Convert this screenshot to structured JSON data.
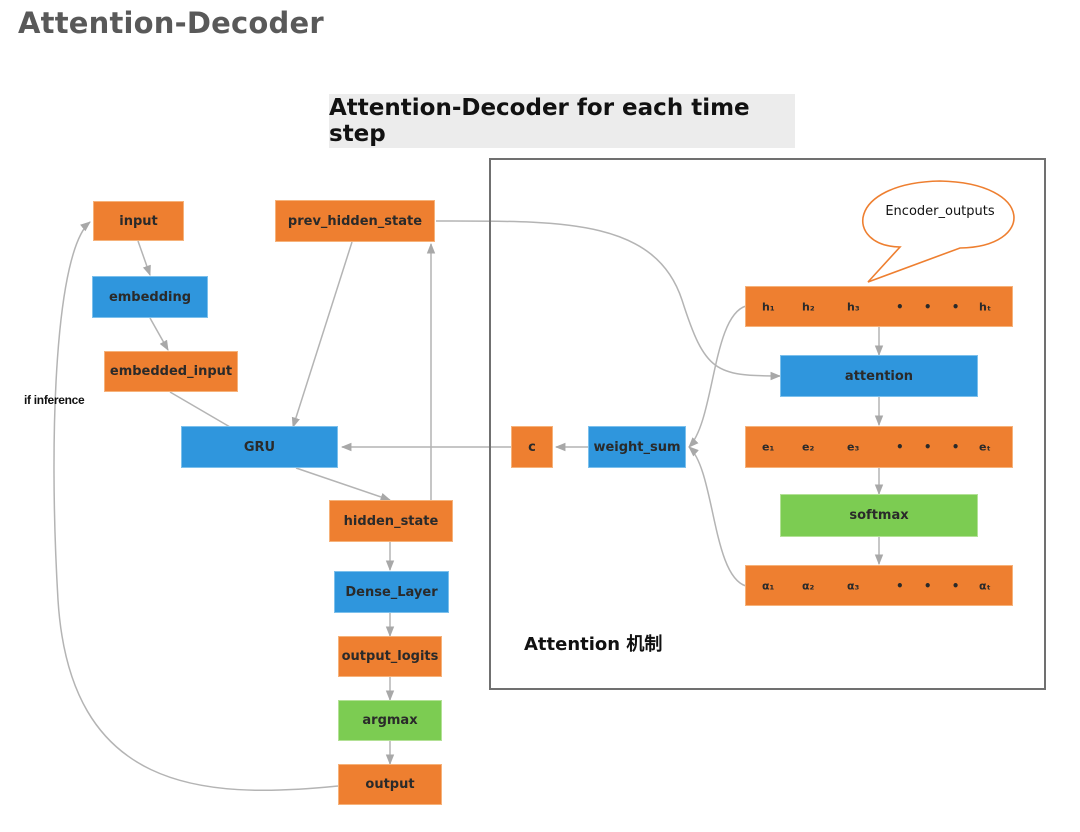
{
  "title": "Attention-Decoder",
  "subtitle": "Attention-Decoder for each time step",
  "attention_caption": "Attention 机制",
  "callout": "Encoder_outputs",
  "loop_label": "if inference",
  "nodes": {
    "input": "input",
    "embedding": "embedding",
    "embedded_input": "embedded_input",
    "gru": "GRU",
    "prev_hidden_state": "prev_hidden_state",
    "hidden_state": "hidden_state",
    "dense_layer": "Dense_Layer",
    "output_logits": "output_logits",
    "argmax": "argmax",
    "output": "output",
    "c": "c",
    "weight_sum": "weight_sum",
    "attention": "attention",
    "softmax": "softmax"
  },
  "vectors": {
    "h": [
      "h₁",
      "h₂",
      "h₃",
      "• • •",
      "hₜ"
    ],
    "e": [
      "e₁",
      "e₂",
      "e₃",
      "• • •",
      "eₜ"
    ],
    "a": [
      "α₁",
      "α₂",
      "α₃",
      "• • •",
      "αₜ"
    ]
  },
  "colors": {
    "orange": "#ee7f30",
    "blue": "#2f96dd",
    "green": "#7ccc52",
    "arrow": "#b4b4b4",
    "frame": "#707070"
  }
}
